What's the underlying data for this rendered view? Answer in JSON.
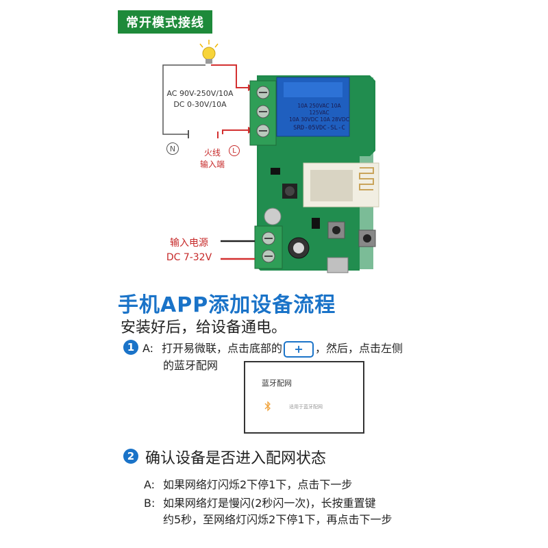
{
  "header": {
    "mode_tag": "常开模式接线"
  },
  "diagram": {
    "rating_line1": "AC 90V-250V/10A",
    "rating_line2": "DC 0-30V/10A",
    "neutral_mark": "N",
    "live_mark": "L",
    "live_label_line1": "火线",
    "live_label_line2": "输入端",
    "power_label_line1": "输入电源",
    "power_label_line2": "DC 7-32V",
    "relay_text_line1": "10A 250VAC  10A 125VAC",
    "relay_text_line2": "10A 30VDC  10A 28VDC",
    "relay_model": "SRD-05VDC-SL-C",
    "colors": {
      "board": "#1f8a4c",
      "relay": "#1f5fbf",
      "terminal": "#2f9e57",
      "wire_live": "#d32f2f"
    }
  },
  "instructions": {
    "title": "手机APP添加设备流程",
    "intro": "安装好后，给设备通电。",
    "step1": {
      "number": "1",
      "prefix": "A:",
      "text_before": "打开易微联，点击底部的",
      "button_label": "+",
      "text_after": "，然后，点击左侧",
      "text_line2": "的蓝牙配网",
      "card_title": "蓝牙配网",
      "card_icon": "bluetooth-icon",
      "card_desc": "适用于蓝牙配网"
    },
    "step2": {
      "number": "2",
      "title": "确认设备是否进入配网状态",
      "a_prefix": "A:",
      "a_text": "如果网络灯闪烁2下停1下，点击下一步",
      "b_prefix": "B:",
      "b_text_line1": "如果网络灯是慢闪(2秒闪一次)，长按重置键",
      "b_text_line2": "约5秒，至网络灯闪烁2下停1下，再点击下一步"
    },
    "accent_color": "#1a73c8"
  }
}
